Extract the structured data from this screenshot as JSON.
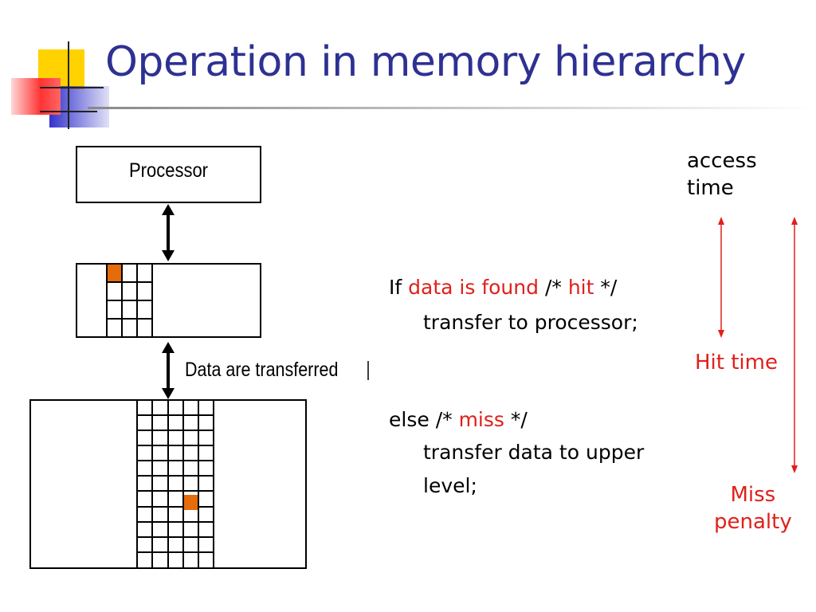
{
  "title": "Operation in memory hierarchy",
  "processor_label": "Processor",
  "transfer_label": "Data are transferred",
  "access_time": [
    "access",
    "time"
  ],
  "code": {
    "if_word": "If",
    "data_found": "data is found",
    "comment_open": "/*",
    "hit": "hit",
    "comment_close": "*/",
    "hit_action": "transfer to processor;",
    "else_word": "else",
    "miss": "miss",
    "miss_action_line1": "transfer data to upper",
    "miss_action_line2": "level;"
  },
  "hit_time": "Hit time",
  "miss_penalty": [
    "Miss",
    "penalty"
  ],
  "colors": {
    "title": "#2e3192",
    "highlight_red": "#e0201b",
    "block_orange": "#e46c0a",
    "logo_yellow": "#ffd200",
    "logo_blue": "#3333cc",
    "logo_red": "#ff3333"
  }
}
